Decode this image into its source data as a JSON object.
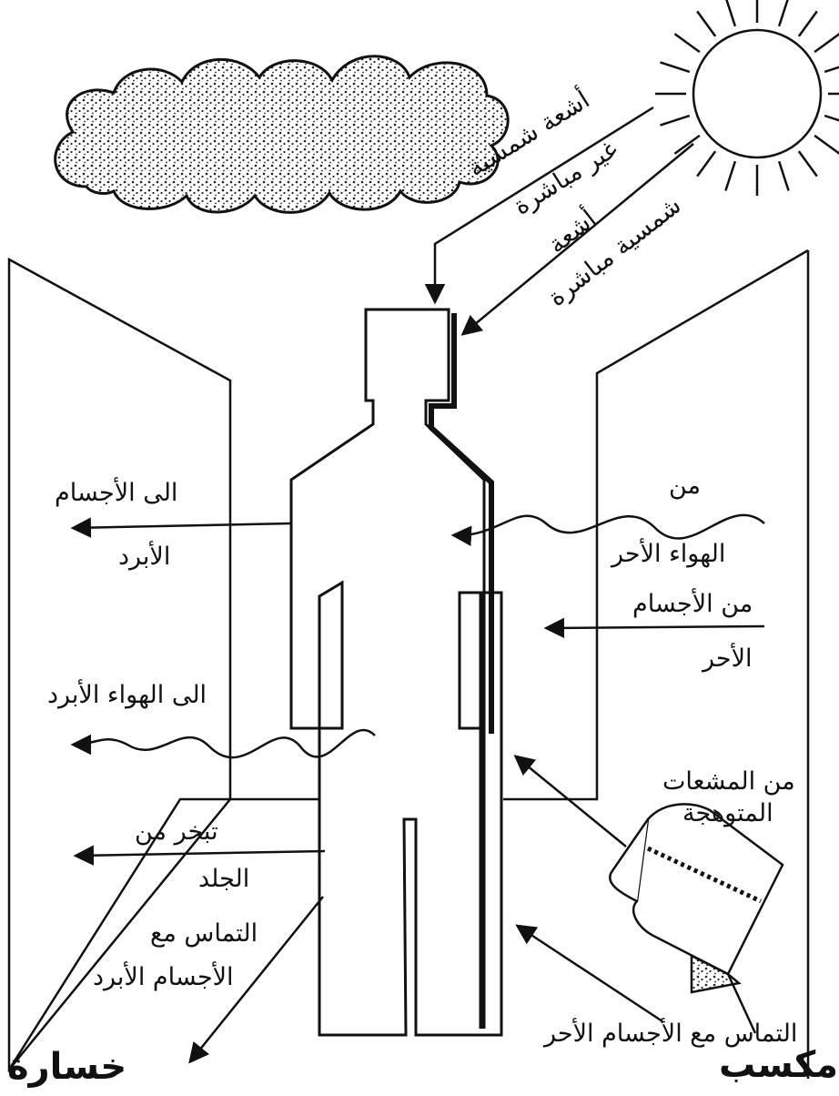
{
  "labels": {
    "indirect_rays_1": "أشعة شمسية",
    "indirect_rays_2": "غير مباشرة",
    "direct_rays_1": "أشعة",
    "direct_rays_2": "شمسية مباشرة",
    "to_colder_bodies_1": "الى الأجسام",
    "to_colder_bodies_2": "الأبرد",
    "from_warmer_air_1": "من",
    "from_warmer_air_2": "الهواء الأحر",
    "from_warmer_bodies_1": "من الأجسام",
    "from_warmer_bodies_2": "الأحر",
    "to_colder_air": "الى الهواء الأبرد",
    "from_radiators_1": "من المشعات",
    "from_radiators_2": "المتوهجة",
    "evaporation_1": "تبخر من",
    "evaporation_2": "الجلد",
    "contact_colder_1": "التماس مع",
    "contact_colder_2": "الأجسام الأبرد",
    "contact_warmer": "التماس مع الأجسام الأحر",
    "loss": "خسارة",
    "gain": "مكسب"
  },
  "colors": {
    "ink": "#111111",
    "paper": "#ffffff",
    "stipple": "#222222"
  },
  "icons": {
    "sun": "sun-icon",
    "cloud": "cloud-icon",
    "heater": "radiant-heater-icon",
    "person": "human-silhouette"
  }
}
